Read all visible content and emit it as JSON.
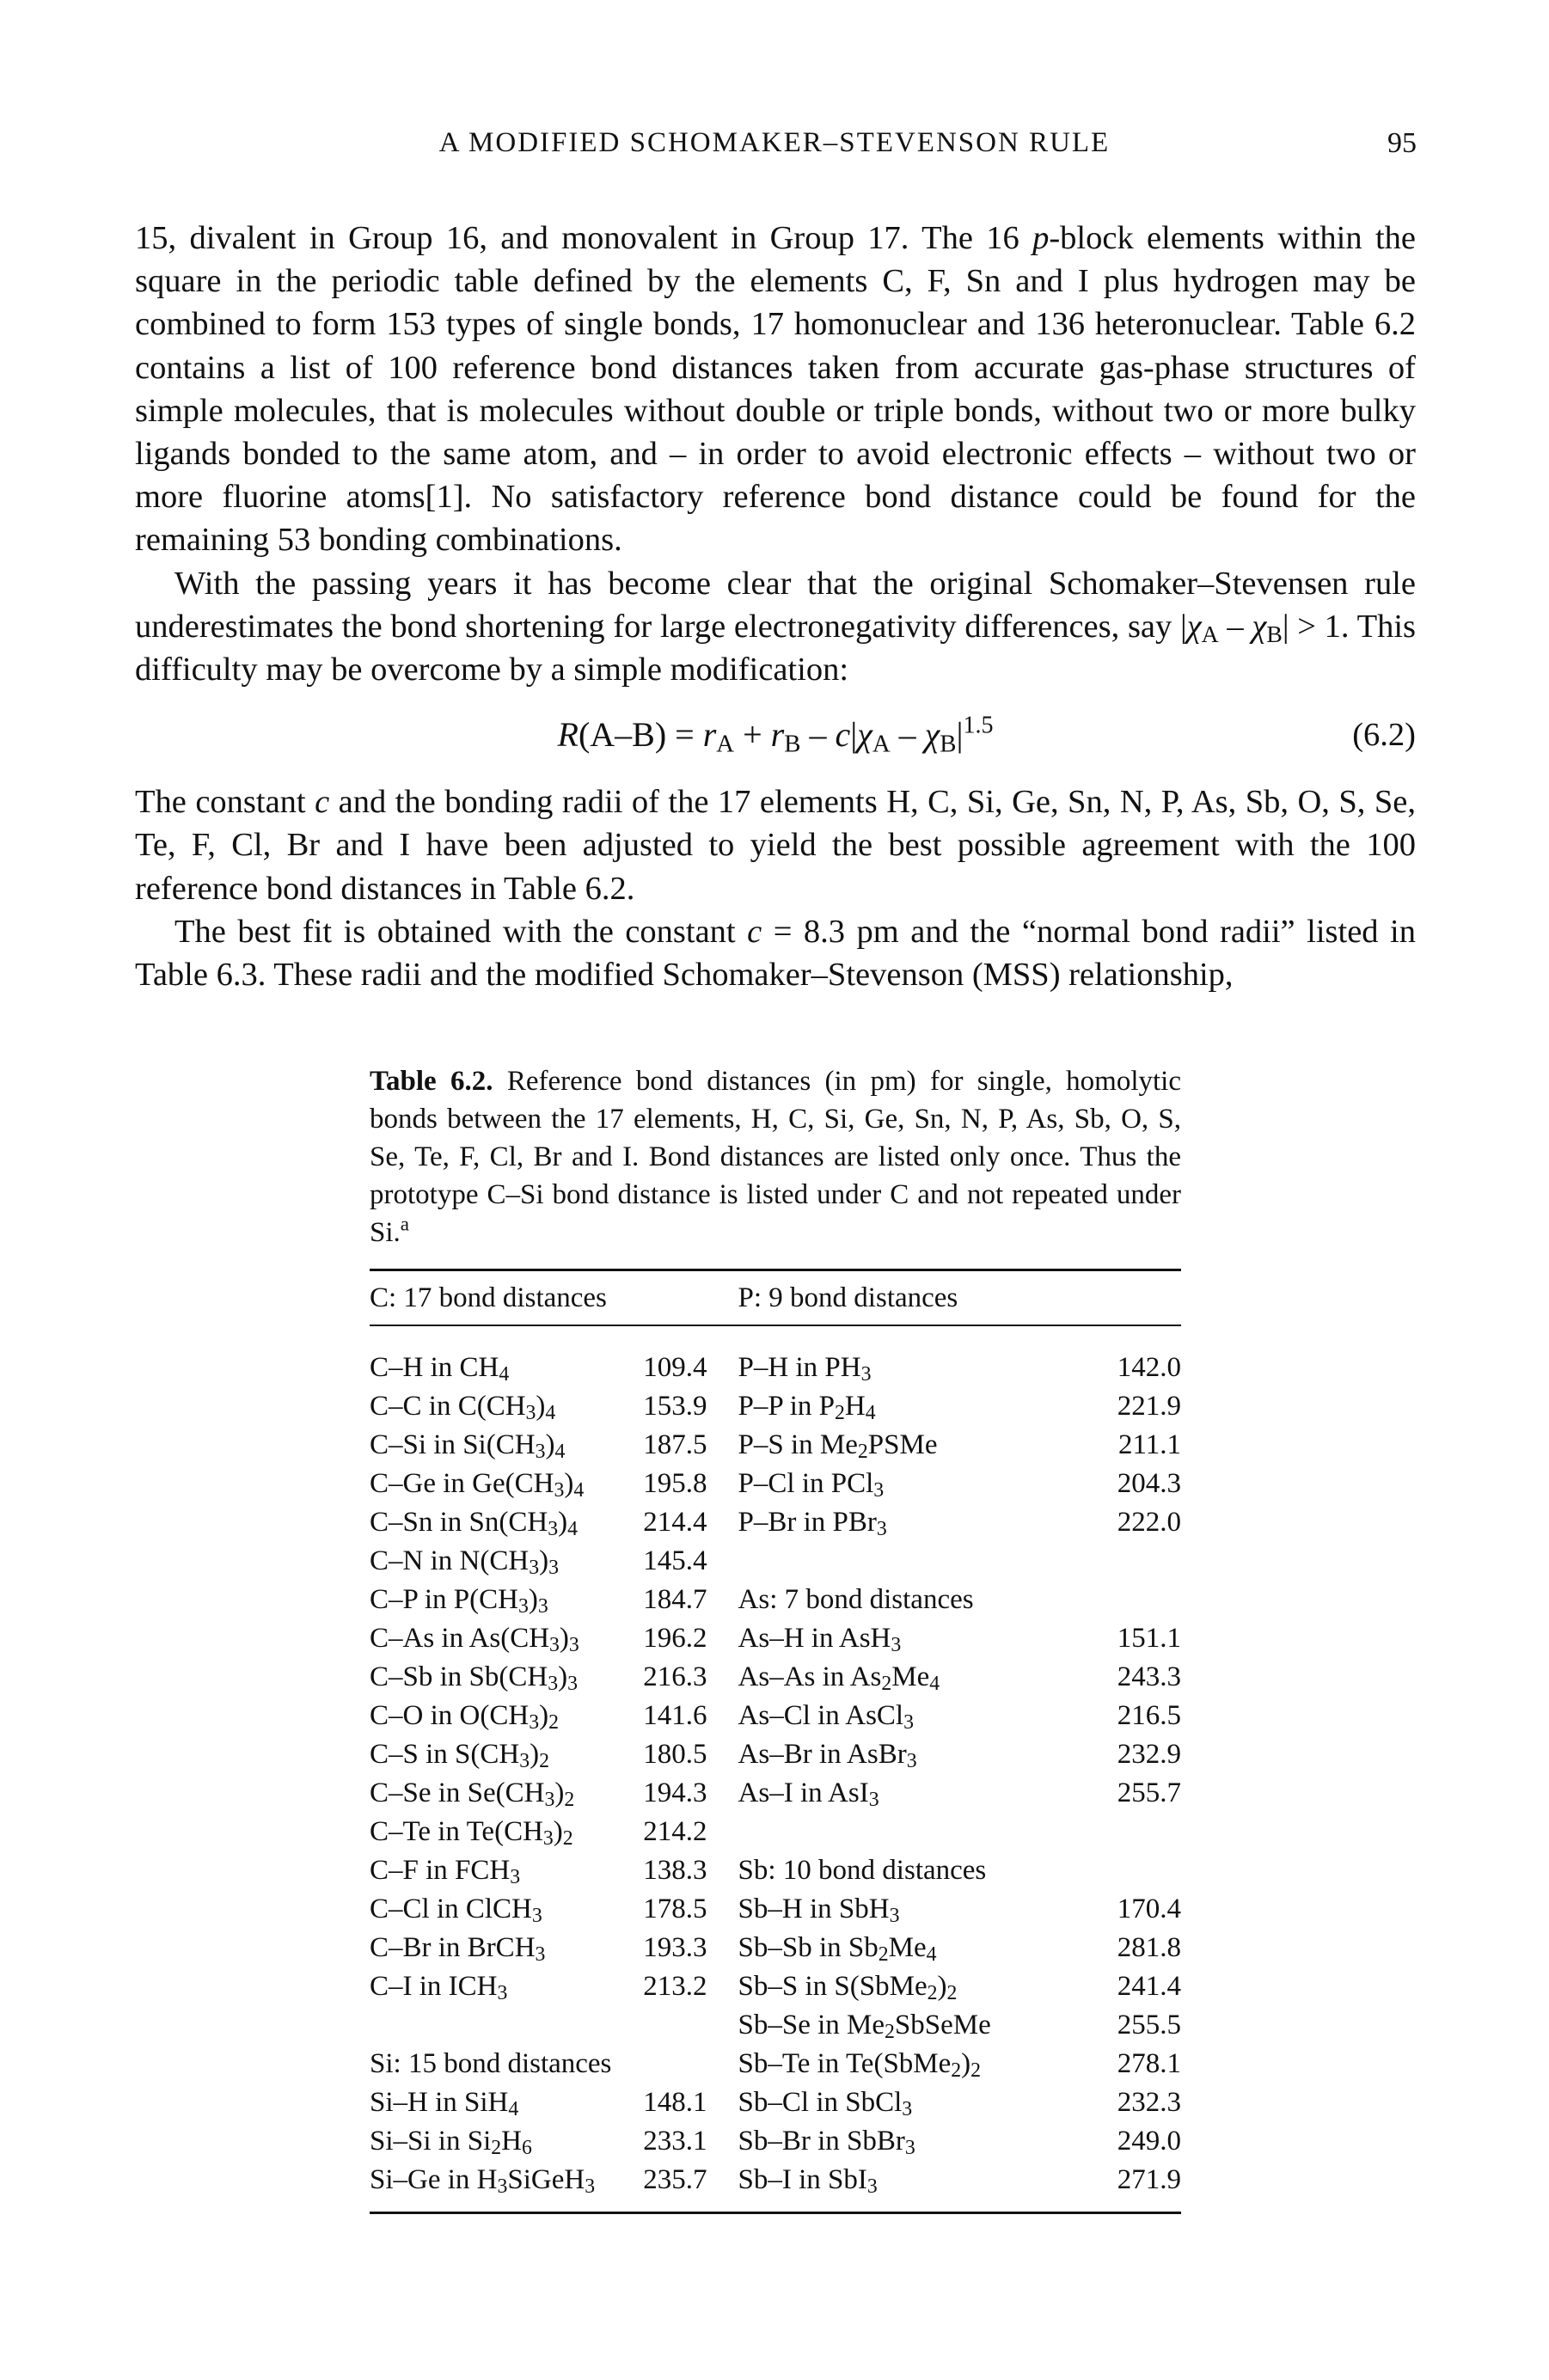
{
  "header": {
    "title": "A MODIFIED SCHOMAKER–STEVENSON RULE",
    "page_number": "95"
  },
  "body": {
    "p1": "15, divalent in Group 16, and monovalent in Group 17. The 16 p-block elements within the square in the periodic table defined by the elements C, F, Sn and I plus hydrogen may be combined to form 153 types of single bonds, 17 homonuclear and 136 heteronuclear. Table 6.2 contains a list of 100 reference bond distances taken from accurate gas-phase structures of simple molecules, that is molecules without double or triple bonds, without two or more bulky ligands bonded to the same atom, and – in order to avoid electronic effects – without two or more fluorine atoms[1]. No satisfactory reference bond distance could be found for the remaining 53 bonding combinations.",
    "p2": "With the passing years it has become clear that the original Schomaker–Stevensen rule underestimates the bond shortening for large electronegativity differences, say |χA – χB| > 1. This difficulty may be overcome by a simple modification:",
    "equation": "R(A–B) = rA + rB – c|χA – χB|1.5",
    "equation_number": "(6.2)",
    "p3": "The constant c and the bonding radii of the 17 elements H, C, Si, Ge, Sn, N, P, As, Sb, O, S, Se, Te, F, Cl, Br and I have been adjusted to yield the best possible agreement with the 100 reference bond distances in Table 6.2.",
    "p4": "The best fit is obtained with the constant c = 8.3 pm and the “normal bond radii” listed in Table 6.3. These radii and the modified Schomaker–Stevenson (MSS) relationship,"
  },
  "table": {
    "caption_label": "Table 6.2.",
    "caption_text": "Reference bond distances (in pm) for single, homolytic bonds between the 17 elements, H, C, Si, Ge, Sn, N, P, As, Sb, O, S, Se, Te, F, Cl, Br and I. Bond distances are listed only once. Thus the prototype C–Si bond distance is listed under C and not repeated under Si.",
    "caption_footnote": "a",
    "left": {
      "header": "C: 17 bond distances",
      "rows": [
        {
          "bond": "C–H in CH4",
          "value": "109.4"
        },
        {
          "bond": "C–C in C(CH3)4",
          "value": "153.9"
        },
        {
          "bond": "C–Si in Si(CH3)4",
          "value": "187.5"
        },
        {
          "bond": "C–Ge in Ge(CH3)4",
          "value": "195.8"
        },
        {
          "bond": "C–Sn in Sn(CH3)4",
          "value": "214.4"
        },
        {
          "bond": "C–N in N(CH3)3",
          "value": "145.4"
        },
        {
          "bond": "C–P in P(CH3)3",
          "value": "184.7"
        },
        {
          "bond": "C–As in As(CH3)3",
          "value": "196.2"
        },
        {
          "bond": "C–Sb in Sb(CH3)3",
          "value": "216.3"
        },
        {
          "bond": "C–O in O(CH3)2",
          "value": "141.6"
        },
        {
          "bond": "C–S in S(CH3)2",
          "value": "180.5"
        },
        {
          "bond": "C–Se in Se(CH3)2",
          "value": "194.3"
        },
        {
          "bond": "C–Te in Te(CH3)2",
          "value": "214.2"
        },
        {
          "bond": "C–F in FCH3",
          "value": "138.3"
        },
        {
          "bond": "C–Cl in ClCH3",
          "value": "178.5"
        },
        {
          "bond": "C–Br in BrCH3",
          "value": "193.3"
        },
        {
          "bond": "C–I in ICH3",
          "value": "213.2"
        }
      ],
      "header2": "Si: 15 bond distances",
      "rows2": [
        {
          "bond": "Si–H in SiH4",
          "value": "148.1"
        },
        {
          "bond": "Si–Si in Si2H6",
          "value": "233.1"
        },
        {
          "bond": "Si–Ge in H3SiGeH3",
          "value": "235.7"
        }
      ]
    },
    "right": {
      "header": "P: 9 bond distances",
      "rows": [
        {
          "bond": "P–H in PH3",
          "value": "142.0"
        },
        {
          "bond": "P–P in P2H4",
          "value": "221.9"
        },
        {
          "bond": "P–S in Me2PSMe",
          "value": "211.1"
        },
        {
          "bond": "P–Cl in PCl3",
          "value": "204.3"
        },
        {
          "bond": "P–Br in PBr3",
          "value": "222.0"
        }
      ],
      "as_header": "As: 7 bond distances",
      "as_rows": [
        {
          "bond": "As–H in AsH3",
          "value": "151.1"
        },
        {
          "bond": "As–As in As2Me4",
          "value": "243.3"
        },
        {
          "bond": "As–Cl in AsCl3",
          "value": "216.5"
        },
        {
          "bond": "As–Br in AsBr3",
          "value": "232.9"
        },
        {
          "bond": "As–I in AsI3",
          "value": "255.7"
        }
      ],
      "sb_header": "Sb: 10 bond distances",
      "sb_rows": [
        {
          "bond": "Sb–H in SbH3",
          "value": "170.4"
        },
        {
          "bond": "Sb–Sb in Sb2Me4",
          "value": "281.8"
        },
        {
          "bond": "Sb–S in S(SbMe2)2",
          "value": "241.4"
        },
        {
          "bond": "Sb–Se in Me2SbSeMe",
          "value": "255.5"
        },
        {
          "bond": "Sb–Te in Te(SbMe2)2",
          "value": "278.1"
        },
        {
          "bond": "Sb–Cl in SbCl3",
          "value": "232.3"
        },
        {
          "bond": "Sb–Br in SbBr3",
          "value": "249.0"
        },
        {
          "bond": "Sb–I in SbI3",
          "value": "271.9"
        }
      ]
    }
  }
}
